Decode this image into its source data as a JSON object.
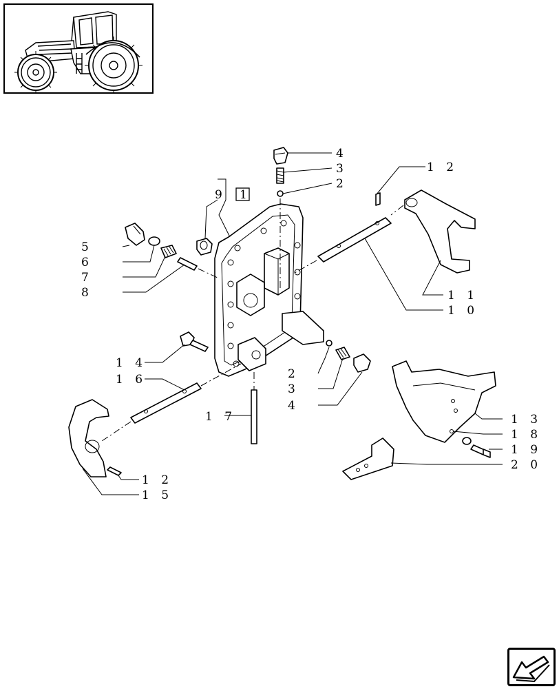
{
  "diagram": {
    "callouts": [
      {
        "id": "c4a",
        "label": "4"
      },
      {
        "id": "c3a",
        "label": "3"
      },
      {
        "id": "c2a",
        "label": "2"
      },
      {
        "id": "c12a",
        "label": "1 2"
      },
      {
        "id": "c9",
        "label": "9"
      },
      {
        "id": "c1box",
        "label": "1"
      },
      {
        "id": "c5",
        "label": "5"
      },
      {
        "id": "c6",
        "label": "6"
      },
      {
        "id": "c7",
        "label": "7"
      },
      {
        "id": "c8",
        "label": "8"
      },
      {
        "id": "c11",
        "label": "1 1"
      },
      {
        "id": "c10",
        "label": "1 0"
      },
      {
        "id": "c14",
        "label": "1 4"
      },
      {
        "id": "c16",
        "label": "1 6"
      },
      {
        "id": "c2b",
        "label": "2"
      },
      {
        "id": "c3b",
        "label": "3"
      },
      {
        "id": "c4b",
        "label": "4"
      },
      {
        "id": "c17",
        "label": "1 7"
      },
      {
        "id": "c13",
        "label": "1 3"
      },
      {
        "id": "c18",
        "label": "1 8"
      },
      {
        "id": "c19",
        "label": "1 9"
      },
      {
        "id": "c20",
        "label": "2 0"
      },
      {
        "id": "c12b",
        "label": "1 2"
      },
      {
        "id": "c15",
        "label": "1 5"
      }
    ]
  },
  "thumbnail": {
    "icon": "tractor-icon"
  },
  "navigation": {
    "icon": "next-page-arrow-icon"
  }
}
